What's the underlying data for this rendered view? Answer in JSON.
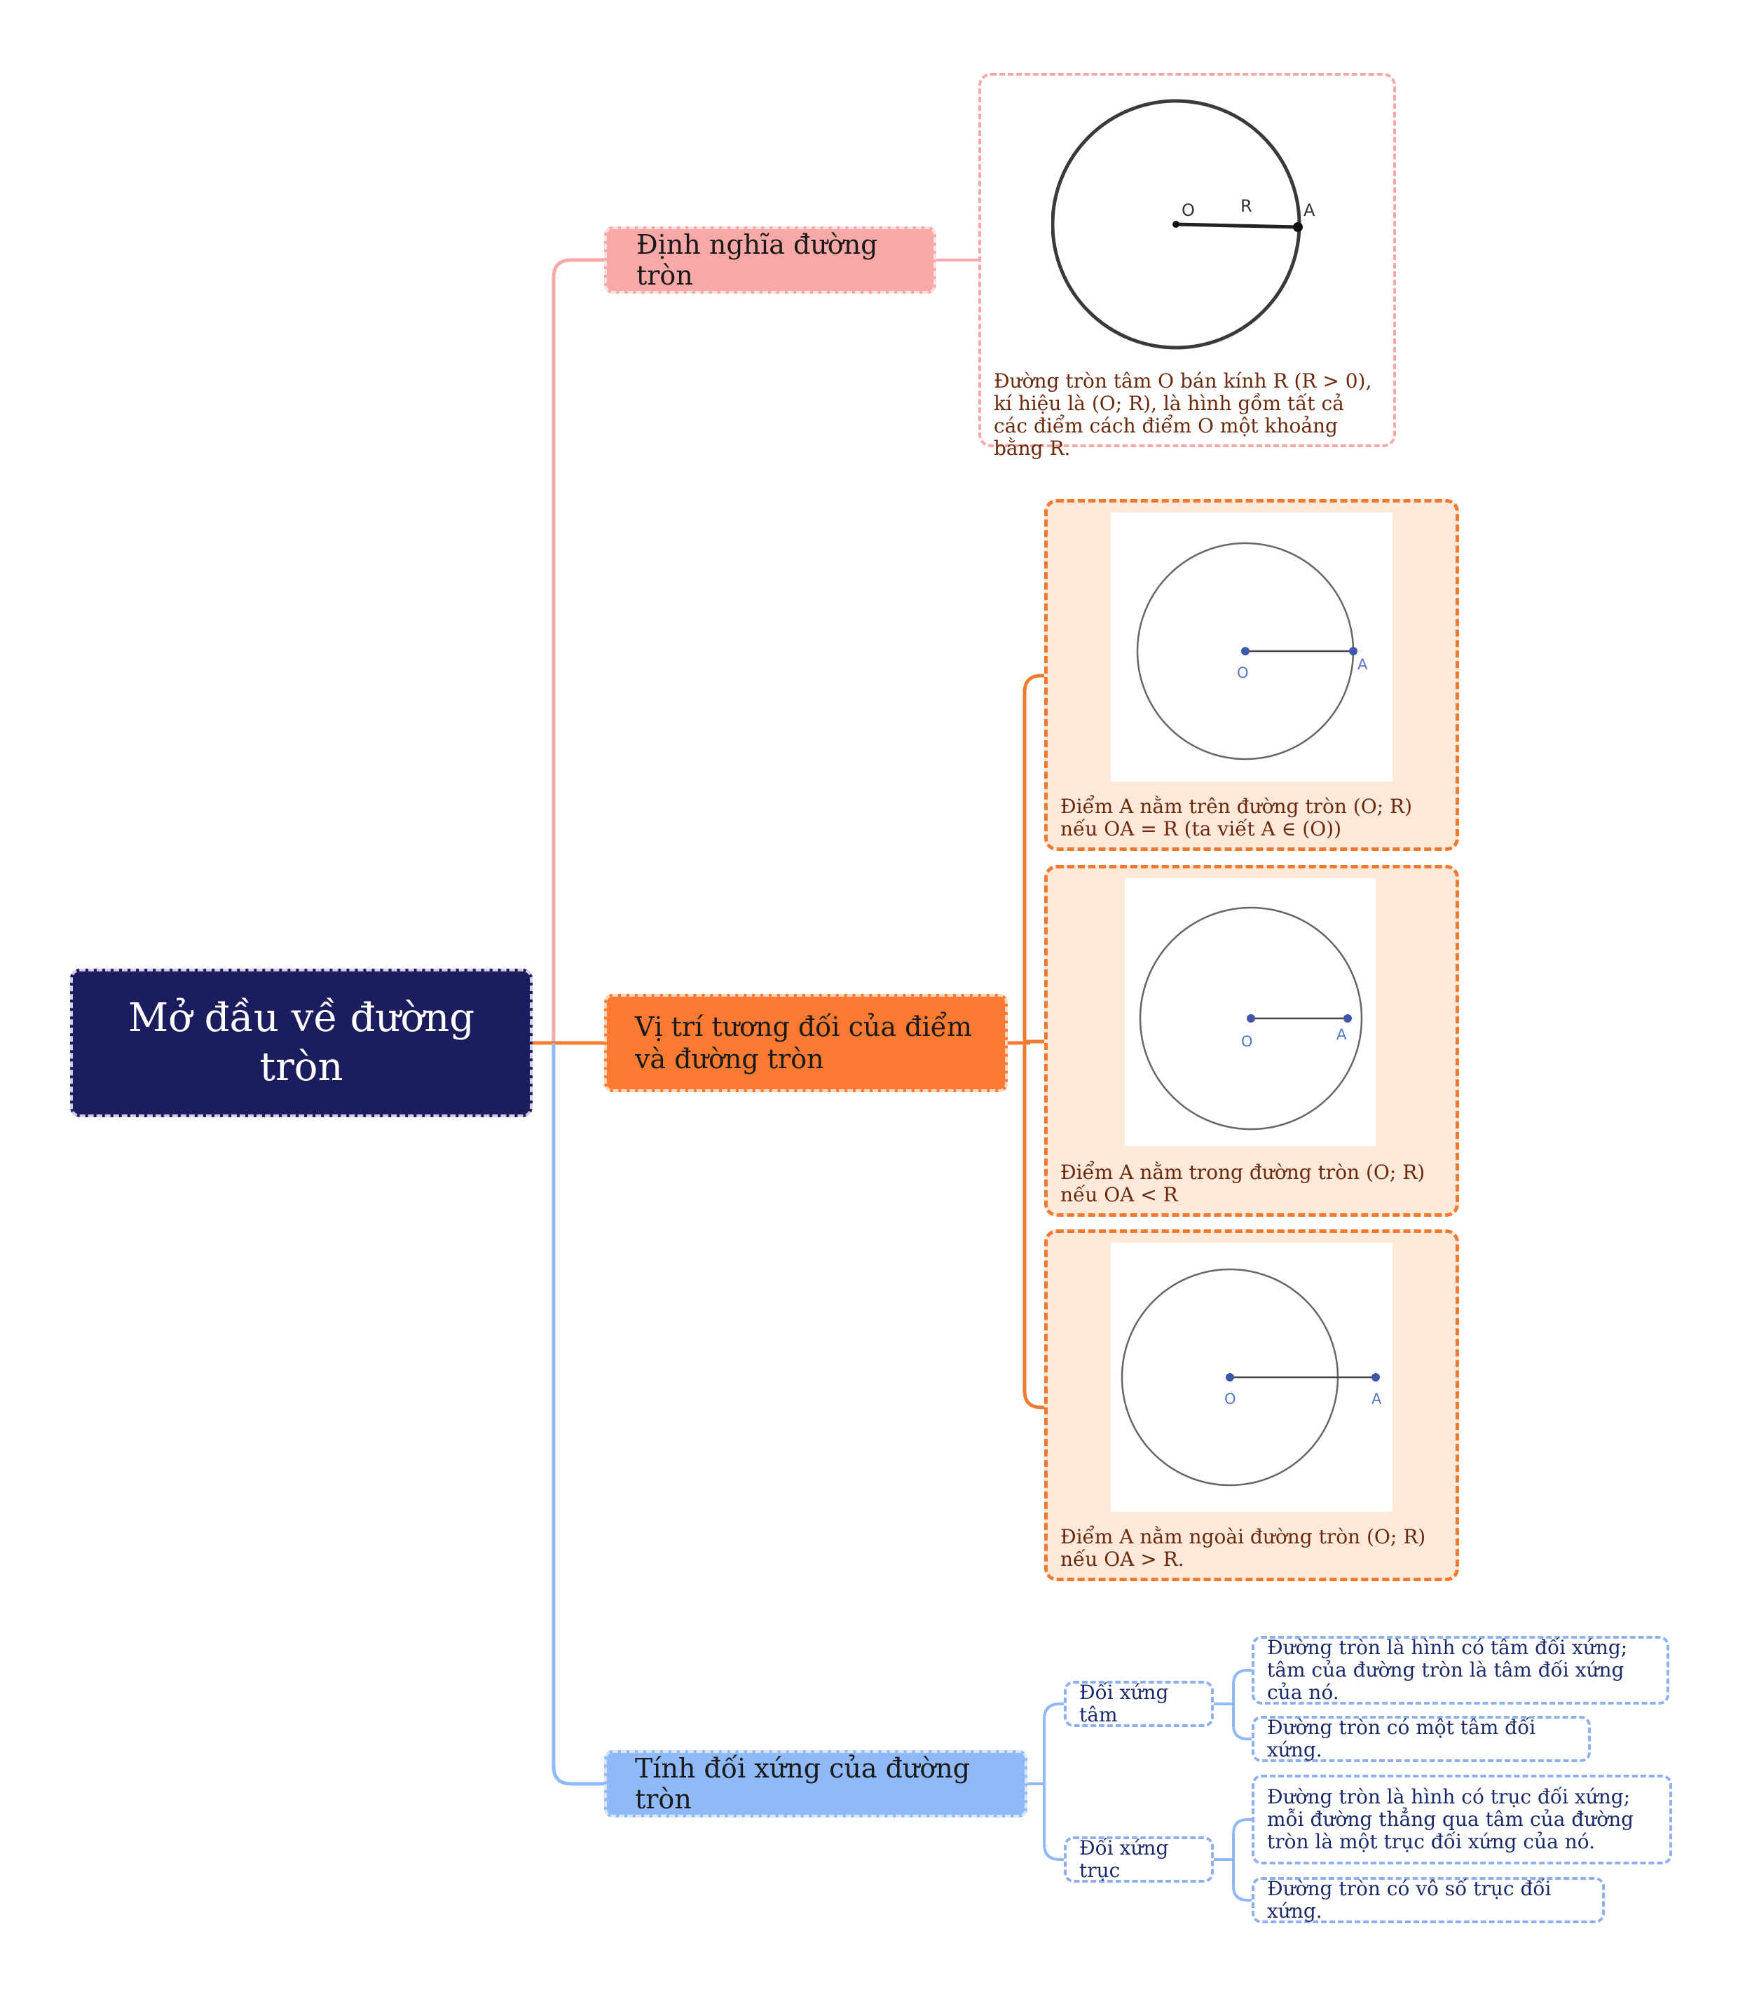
{
  "root": {
    "title": "Mở đầu về đường tròn"
  },
  "branches": [
    {
      "label": "Định nghĩa đường tròn",
      "color": "#f8a8a6",
      "card": {
        "figure_labels": {
          "center": "O",
          "radius": "R",
          "point": "A"
        },
        "text": "Đường tròn tâm O bán kính R (R > 0), kí hiệu là (O; R), là hình gồm tất cả các điểm cách điểm O một khoảng bằng R."
      }
    },
    {
      "label": "Vị trí tương đối của điểm và đường tròn",
      "color": "#fb7a32",
      "cards": [
        {
          "center_label": "O",
          "point_label": "A",
          "text": "Điểm A nằm trên đường tròn (O; R) nếu OA = R (ta viết A ∈ (O))"
        },
        {
          "center_label": "O",
          "point_label": "A",
          "text": "Điểm A nằm trong đường tròn (O; R) nếu OA < R"
        },
        {
          "center_label": "O",
          "point_label": "A",
          "text": "Điểm A nằm ngoài đường tròn (O; R) nếu OA > R."
        }
      ]
    },
    {
      "label": "Tính đối xứng của đường tròn",
      "color": "#8fb9f8",
      "children": [
        {
          "label": "Đối xứng tâm",
          "leaves": [
            "Đường tròn là hình có tâm đối xứng; tâm của đường tròn là tâm đối xứng của nó.",
            "Đường tròn có một tâm đối xứng."
          ]
        },
        {
          "label": "Đối xứng trục",
          "leaves": [
            "Đường tròn là hình có trục đối xứng; mỗi đường thẳng qua tâm của đường tròn là một trục đối xứng của nó.",
            "Đường tròn có vô số trục đối xứng."
          ]
        }
      ]
    }
  ],
  "colors": {
    "root_bg": "#1c1d5e",
    "card_bg": "#fde8da",
    "leaf_text": "#1b2a6b"
  }
}
